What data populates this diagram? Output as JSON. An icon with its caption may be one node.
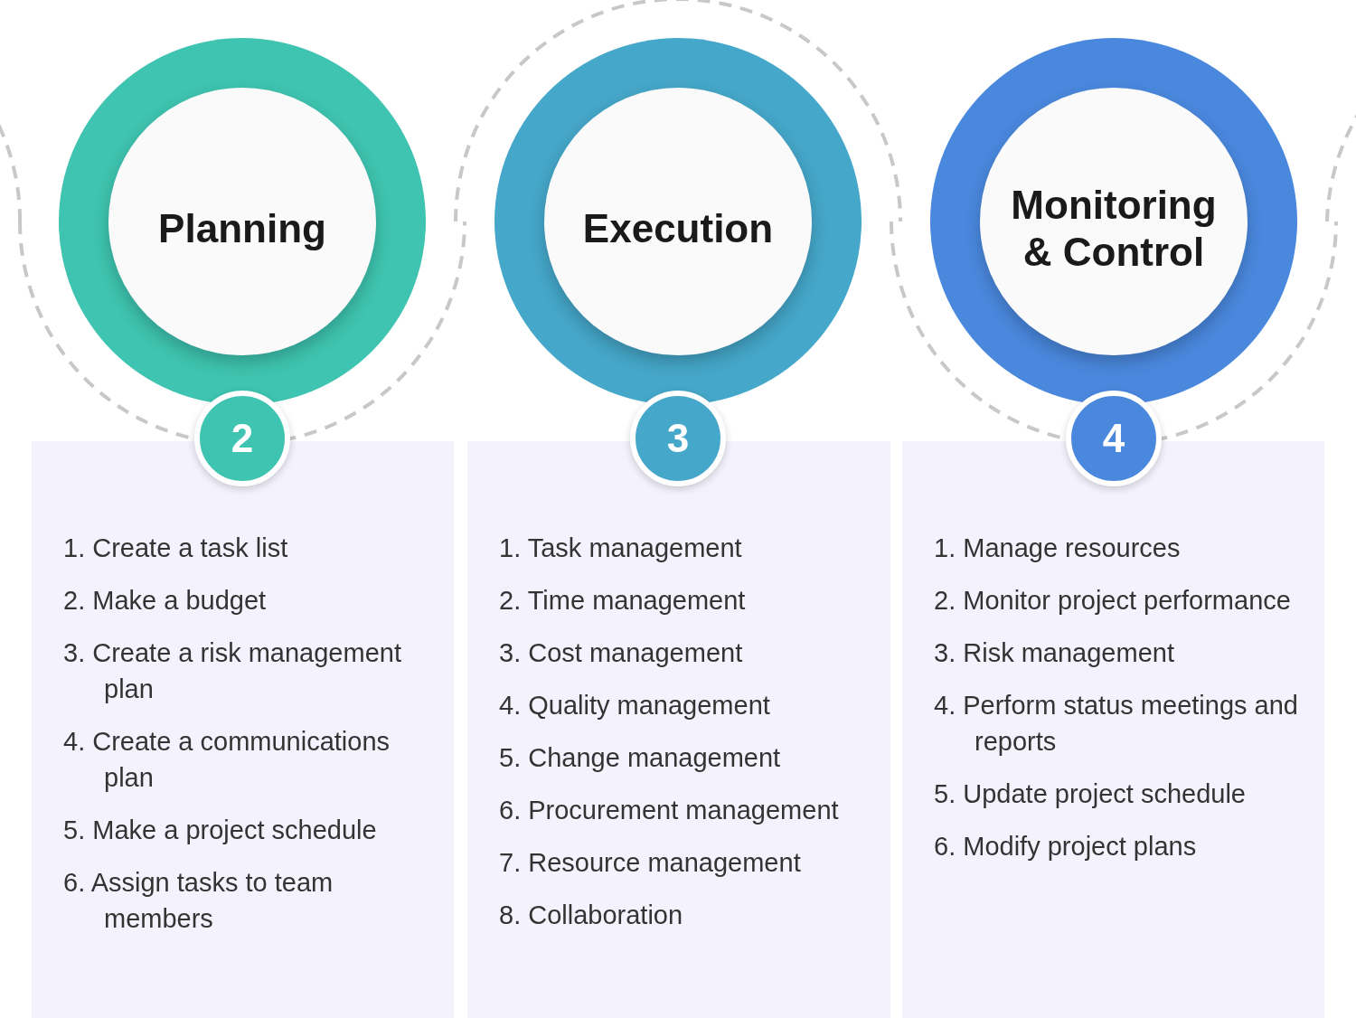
{
  "diagram": {
    "nodes": [
      {
        "text": [
          "Planning"
        ]
      },
      {
        "text": [
          "2"
        ]
      },
      {
        "text": [
          "1. Create a task list",
          "2. Make a budget",
          "3. Create a risk management plan",
          "4. Create a communications plan",
          "5. Make a project schedule",
          "6. Assign tasks to team members"
        ]
      },
      {
        "text": [
          "Execution"
        ]
      },
      {
        "text": [
          "3"
        ]
      },
      {
        "text": [
          "1. Task management",
          "2. Time management",
          "3. Cost management",
          "4. Quality management",
          "5. Change management",
          "6. Procurement management",
          "7. Resource management",
          "8. Collaboration"
        ]
      },
      {
        "text": [
          "Monitoring & Control"
        ]
      },
      {
        "text": [
          "4"
        ]
      },
      {
        "text": [
          "1. Manage resources",
          "2. Monitor project performance",
          "3. Risk management",
          "4. Perform status meetings and reports",
          "5. Update project schedule",
          "6. Modify project plans"
        ]
      }
    ],
    "edges": []
  }
}
